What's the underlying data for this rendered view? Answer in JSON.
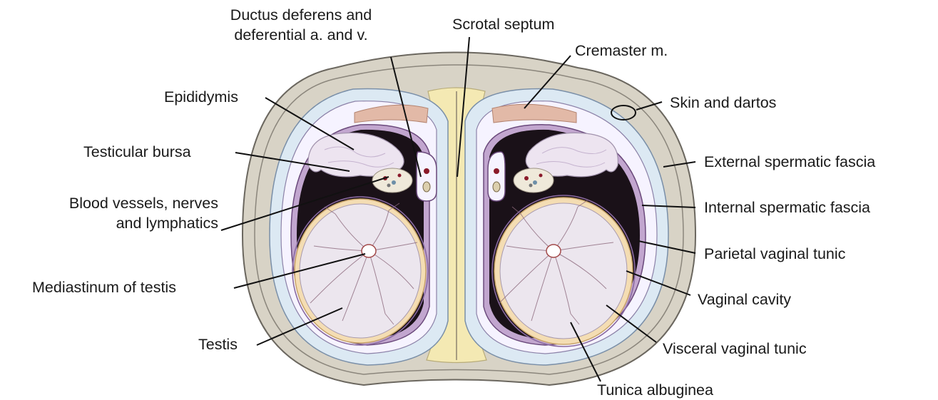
{
  "labels": {
    "ductus": [
      "Ductus deferens and",
      "deferential a. and v."
    ],
    "scrotal_septum": "Scrotal septum",
    "cremaster": "Cremaster m.",
    "epididymis": "Epididymis",
    "skin_dartos": "Skin and dartos",
    "testicular_bursa": "Testicular bursa",
    "external_fascia": "External spermatic fascia",
    "blood_vessels": [
      "Blood vessels, nerves",
      "and lymphatics"
    ],
    "internal_fascia": "Internal spermatic fascia",
    "parietal_tunic": "Parietal vaginal tunic",
    "mediastinum": "Mediastinum of testis",
    "vaginal_cavity": "Vaginal cavity",
    "testis": "Testis",
    "visceral_tunic": "Visceral vaginal tunic",
    "tunica_albuginea": "Tunica albuginea"
  },
  "colors": {
    "skin": "#d8d3c6",
    "skin_outline": "#6b675f",
    "external_fascia": "#dce9f3",
    "internal_fascia": "#f6f3ff",
    "parietal_tunic": "#c2a6cf",
    "vaginal_cavity": "#1a1118",
    "albuginea": "#f4ddb3",
    "testis": "#ece6ee",
    "cremaster": "#e2b9a7",
    "septum_fat": "#f4e9b3",
    "vessels": "#8a1a2a"
  }
}
